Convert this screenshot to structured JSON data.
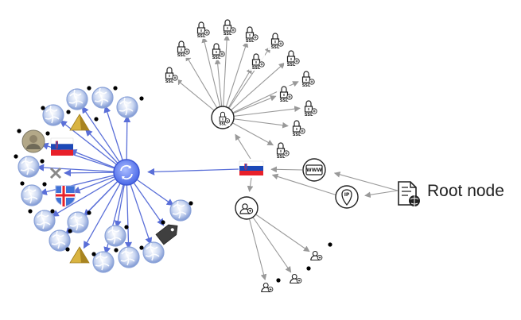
{
  "root_label": "Root node",
  "icon_text": {
    "ssl": "SSL",
    "www": "WWW",
    "ip": "IP"
  },
  "colors": {
    "edge_gray": "#999999",
    "edge_blue": "#5a6fd8",
    "hub_blue": "#5b7cf0",
    "globe_blue": "#9bb3e6",
    "flag_white": "#ffffff",
    "flag_blue": "#1c49b8",
    "flag_red": "#e8202a",
    "pyramid_gold": "#c9a233",
    "tag_dark": "#3f3f3f"
  }
}
